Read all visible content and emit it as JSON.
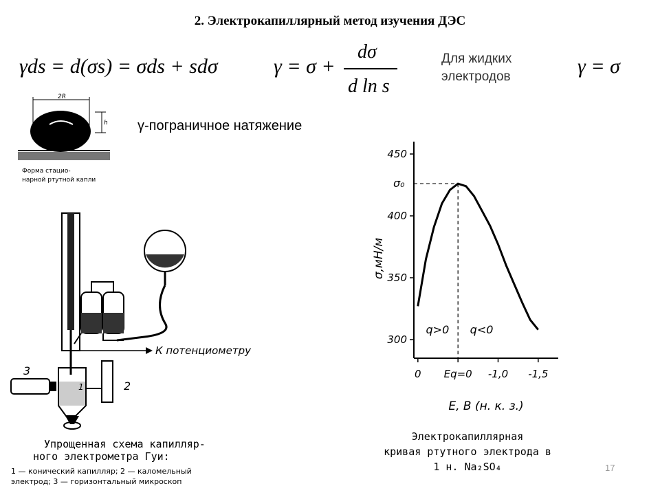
{
  "slide": {
    "title": "2. Электрокапиллярный метод изучения ДЭС",
    "formula_gibbs": "γds = d(σs) = σds + sdσ",
    "formula_gamma_lhs": "γ = σ +",
    "formula_gamma_num": "dσ",
    "formula_gamma_den": "d ln s",
    "note_line1": "Для жидких",
    "note_line2": "электродов",
    "formula_liquid": "γ = σ",
    "gamma_def": "γ-пограничное натяжение",
    "page_number": "17"
  },
  "drop_figure": {
    "dim_2r": "2R",
    "dim_h": "h",
    "caption_line1": "Форма стацио-",
    "caption_line2": "нарной ртутной капли"
  },
  "apparatus": {
    "label_potentiometer": "К потенциометру",
    "label_1": "1",
    "label_2": "2",
    "label_3": "3",
    "caption_line1": "Упрощенная схема капилляр-",
    "caption_line2": "ного электрометра Гуи:",
    "caption_line3": "1 — конический капилляр; 2 — каломельный",
    "caption_line4": "электрод; 3 — горизонтальный микроскоп"
  },
  "chart_data": {
    "type": "line",
    "ylabel": "σ,мН/м",
    "xlabel": "E, В (н. к. з.)",
    "y_ticks": [
      "450",
      "400",
      "350",
      "300"
    ],
    "y_tick_values": [
      450,
      400,
      350,
      300
    ],
    "y_max_label": "σ₀",
    "x_ticks": [
      "0",
      "Eq=0",
      "-1,0",
      "-1,5"
    ],
    "x_tick_values": [
      0.0,
      -0.5,
      -1.0,
      -1.5
    ],
    "region_labels": [
      "q>0",
      "q<0"
    ],
    "xlim": [
      0.05,
      -1.75
    ],
    "ylim": [
      285,
      460
    ],
    "x": [
      0.0,
      -0.1,
      -0.2,
      -0.3,
      -0.4,
      -0.5,
      -0.6,
      -0.7,
      -0.8,
      -0.9,
      -1.0,
      -1.1,
      -1.2,
      -1.3,
      -1.4,
      -1.5
    ],
    "y": [
      327,
      365,
      391,
      410,
      421,
      426,
      424,
      416,
      404,
      392,
      377,
      360,
      345,
      330,
      316,
      308
    ],
    "caption_line1": "Электрокапиллярная",
    "caption_line2": "кривая ртутного электрода в",
    "caption_line3": "1 н. Na₂SO₄"
  }
}
